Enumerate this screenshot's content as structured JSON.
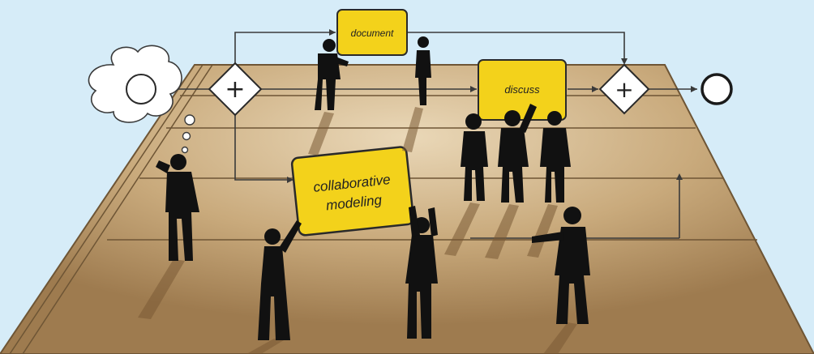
{
  "diagram": {
    "tasks": {
      "document": "document",
      "discuss": "discuss",
      "collaborative_modeling_line1": "collaborative",
      "collaborative_modeling_line2": "modeling"
    },
    "gateway_symbol": "+",
    "colors": {
      "sky": "#d6ecf8",
      "floor": "#b89668",
      "floor_light": "#d9c3a0",
      "task_fill": "#f3d21b",
      "task_border": "#2a2a2a",
      "silhouette": "#111111",
      "flow_line": "#3a3a3a"
    },
    "icons": [
      "start-event-icon",
      "parallel-gateway-icon",
      "end-event-icon",
      "thought-cloud-icon",
      "person-silhouette-icon"
    ]
  }
}
